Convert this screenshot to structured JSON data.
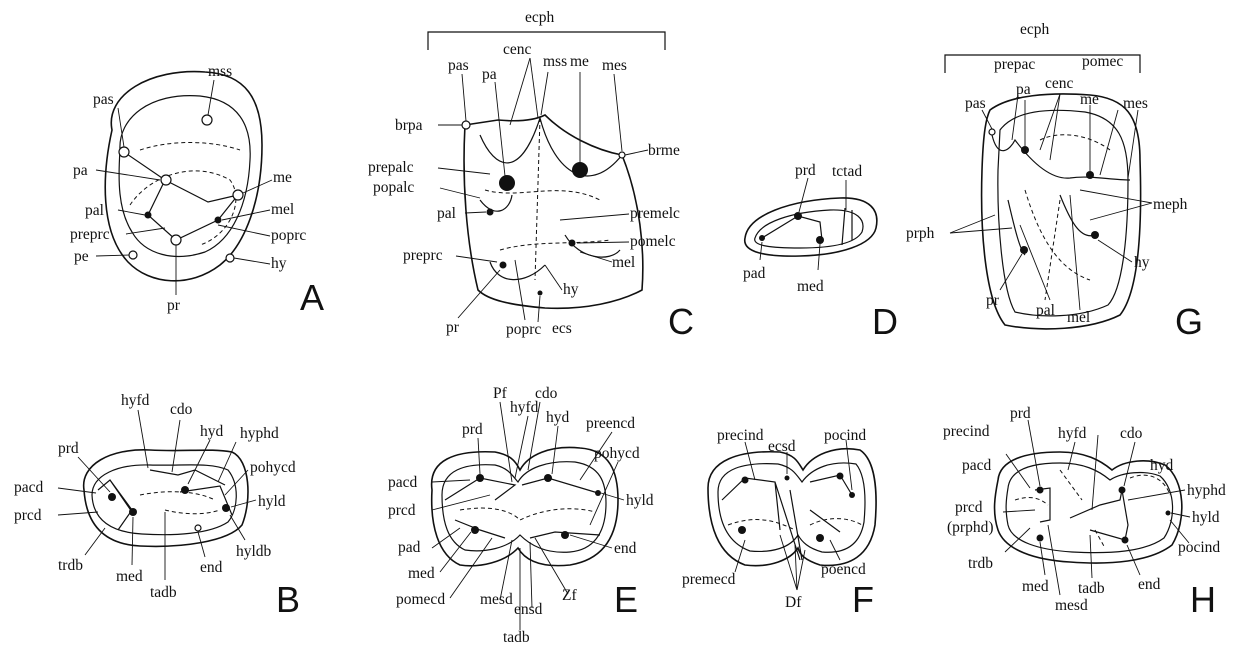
{
  "panels": {
    "A": {
      "letter": "A",
      "labels": [
        "pas",
        "mss",
        "pa",
        "me",
        "pal",
        "mel",
        "preprc",
        "poprc",
        "pe",
        "hy",
        "pr"
      ]
    },
    "B": {
      "letter": "B",
      "labels": [
        "hyfd",
        "cdo",
        "prd",
        "hyd",
        "hyphd",
        "pohycd",
        "pacd",
        "hyld",
        "prcd",
        "trdb",
        "med",
        "tadb",
        "end",
        "hyldb"
      ]
    },
    "C": {
      "letter": "C",
      "group": "ecph",
      "labels": [
        "cenc",
        "mss",
        "me",
        "pas",
        "pa",
        "mes",
        "brpa",
        "brme",
        "prepalc",
        "popalc",
        "pal",
        "premelc",
        "pomelc",
        "preprc",
        "mel",
        "pr",
        "hy",
        "poprc",
        "ecs"
      ]
    },
    "D": {
      "letter": "D",
      "labels": [
        "prd",
        "tctad",
        "pad",
        "med"
      ]
    },
    "E": {
      "letter": "E",
      "labels": [
        "Pf",
        "cdo",
        "prd",
        "hyfd",
        "hyd",
        "preencd",
        "pohycd",
        "pacd",
        "hyld",
        "prcd",
        "pad",
        "end",
        "med",
        "pomecd",
        "mesd",
        "Zf",
        "ensd",
        "tadb"
      ]
    },
    "F": {
      "letter": "F",
      "labels": [
        "precind",
        "ecsd",
        "pocind",
        "premecd",
        "poencd",
        "Df"
      ]
    },
    "G": {
      "letter": "G",
      "group": "ecph",
      "labels": [
        "prepac",
        "pomec",
        "cenc",
        "pas",
        "pa",
        "me",
        "mes",
        "meph",
        "prph",
        "hy",
        "pr",
        "pal",
        "mel"
      ]
    },
    "H": {
      "letter": "H",
      "labels": [
        "prd",
        "cdo",
        "precind",
        "hyfd",
        "hyd",
        "pacd",
        "hyphd",
        "hyld",
        "prcd",
        "(prphd)",
        "pocind",
        "trdb",
        "med",
        "end",
        "tadb",
        "mesd"
      ]
    }
  }
}
